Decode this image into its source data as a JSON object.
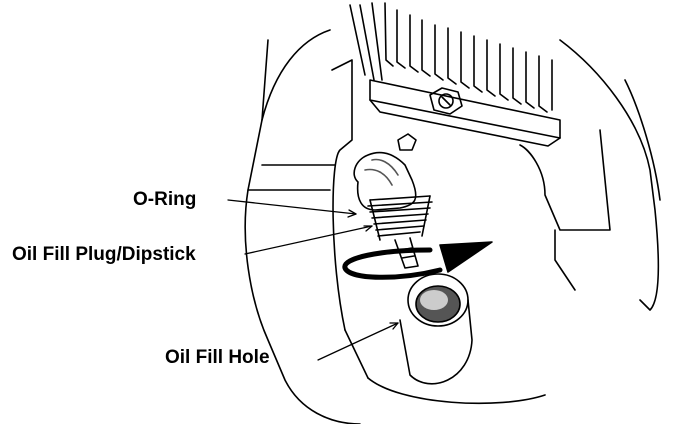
{
  "labels": {
    "o_ring": "O-Ring",
    "oil_fill_plug": "Oil Fill Plug/Dipstick",
    "oil_fill_hole": "Oil Fill Hole"
  },
  "colors": {
    "line": "#000000",
    "fill": "#ffffff",
    "shade": "#555555"
  }
}
